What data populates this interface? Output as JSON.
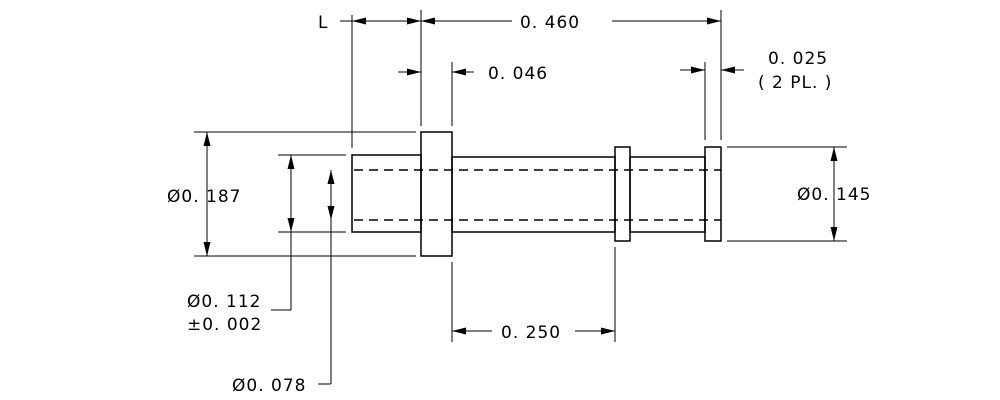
{
  "drawing": {
    "labels": {
      "length": "L",
      "overall_length": "0. 460",
      "collar_width": "0. 046",
      "flange_width": "0. 025",
      "flange_count": "( 2 PL. )",
      "collar_diameter": "Ø0. 187",
      "body_diameter": "Ø0. 112",
      "body_tolerance": "±0. 002",
      "bore_diameter": "Ø0. 078",
      "flange_diameter": "Ø0. 145",
      "flange_spacing": "0. 250"
    }
  }
}
